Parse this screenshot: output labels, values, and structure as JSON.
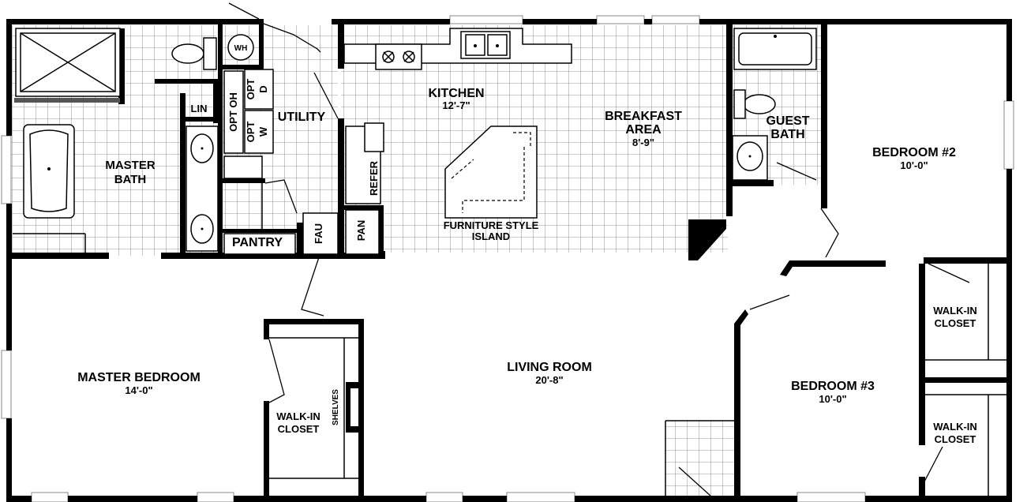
{
  "rooms": {
    "master_bath": {
      "line1": "MASTER",
      "line2": "BATH"
    },
    "lin": "LIN",
    "wh": "WH",
    "opt_oh": "OPT OH",
    "opt_d": {
      "line1": "OPT",
      "line2": "D"
    },
    "opt_w": {
      "line1": "OPT",
      "line2": "W"
    },
    "utility": "UTILITY",
    "pantry": "PANTRY",
    "fau": "FAU",
    "refer": "REFER",
    "pan": "PAN",
    "kitchen": {
      "name": "KITCHEN",
      "dim": "12'-7\""
    },
    "island": {
      "line1": "FURNITURE STYLE",
      "line2": "ISLAND"
    },
    "breakfast": {
      "line1": "BREAKFAST",
      "line2": "AREA",
      "dim": "8'-9\""
    },
    "guest_bath": {
      "line1": "GUEST",
      "line2": "BATH"
    },
    "bedroom2": {
      "name": "BEDROOM #2",
      "dim": "10'-0\""
    },
    "walkin_closet_1": {
      "line1": "WALK-IN",
      "line2": "CLOSET"
    },
    "walkin_closet_2": {
      "line1": "WALK-IN",
      "line2": "CLOSET"
    },
    "bedroom3": {
      "name": "BEDROOM #3",
      "dim": "10'-0\""
    },
    "living": {
      "name": "LIVING ROOM",
      "dim": "20'-8\""
    },
    "master_bedroom": {
      "name": "MASTER BEDROOM",
      "dim": "14'-0\""
    },
    "master_closet": {
      "line1": "WALK-IN",
      "line2": "CLOSET",
      "shelves": "SHELVES"
    }
  }
}
